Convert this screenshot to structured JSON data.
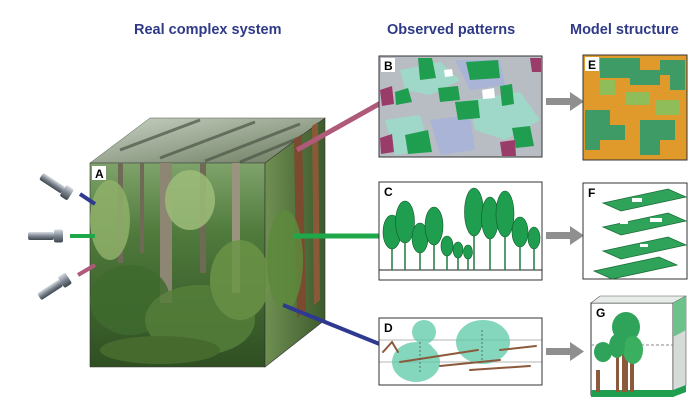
{
  "headings": {
    "real_system": "Real complex system",
    "observed_patterns": "Observed patterns",
    "model_structure": "Model structure"
  },
  "panels": {
    "a": "A",
    "b": "B",
    "c": "C",
    "d": "D",
    "e": "E",
    "f": "F",
    "g": "G"
  },
  "colors": {
    "heading": "#2e3a87",
    "connector_top": "#b05a7a",
    "connector_middle": "#1ea84a",
    "connector_bottom": "#2e3a8f",
    "arrow": "#8f8f8f",
    "tree_green": "#2fa35a",
    "map_orange": "#e09a2c",
    "water_teal": "#5cc9a7"
  },
  "icons": [
    "flashlight-icon",
    "flashlight-icon",
    "flashlight-icon",
    "arrow-right-icon"
  ]
}
